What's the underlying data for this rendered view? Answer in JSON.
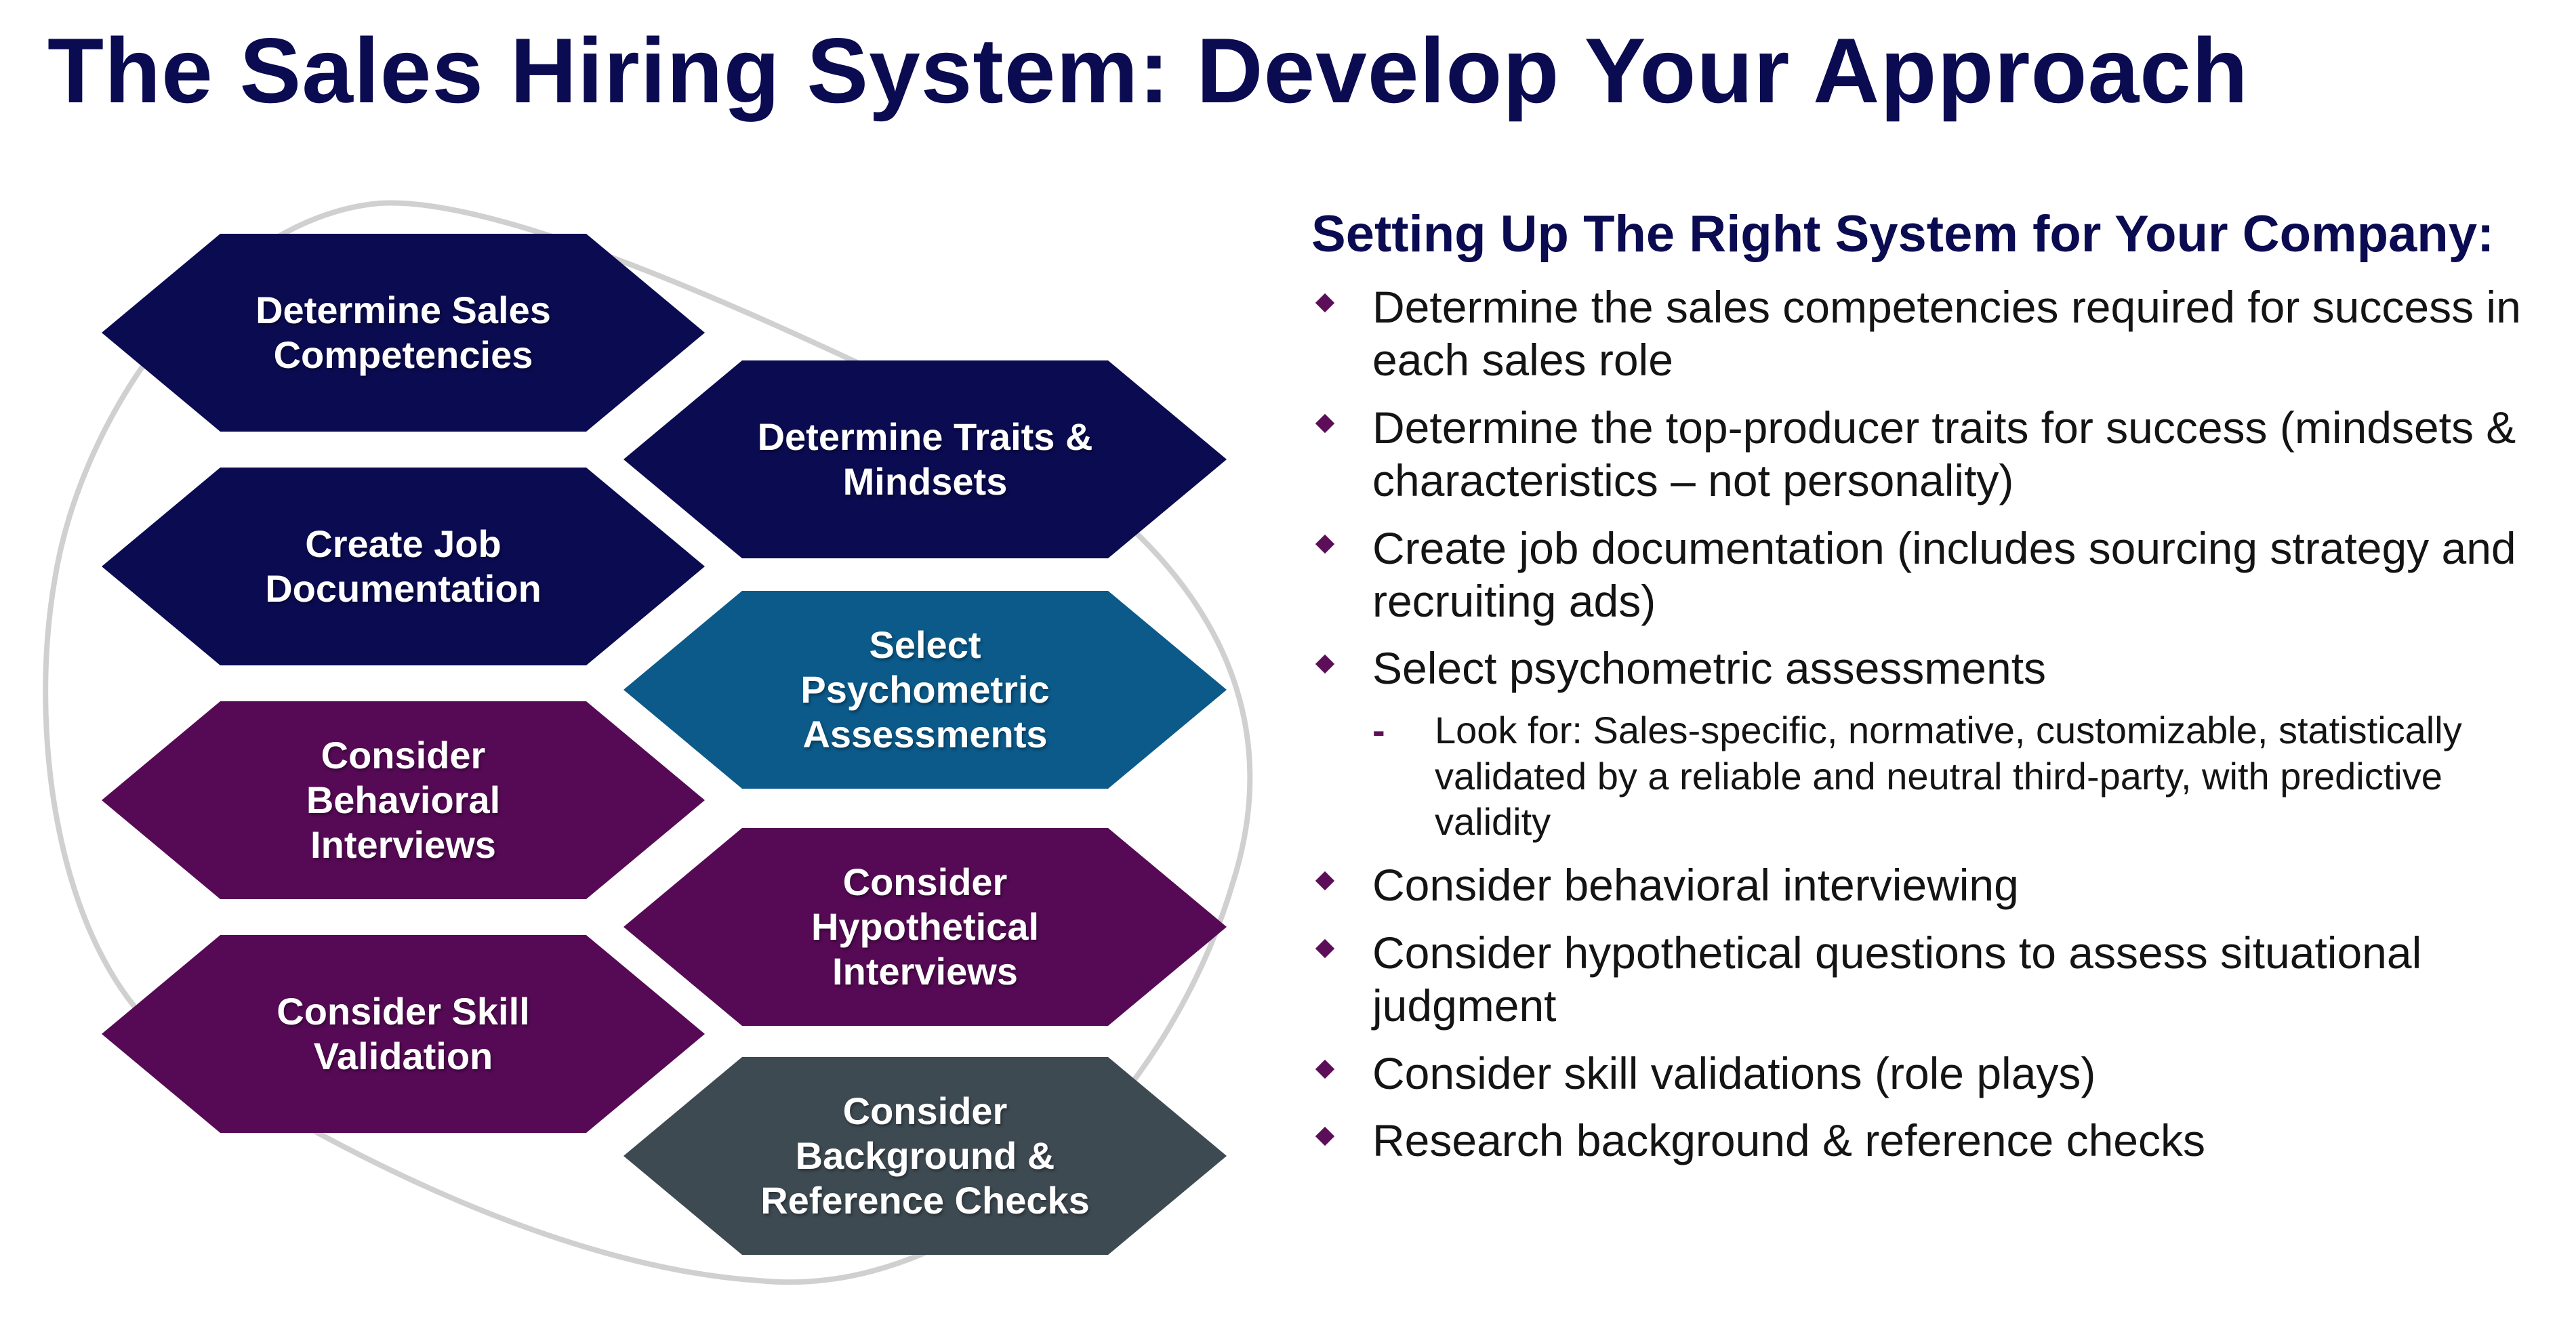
{
  "title": "The Sales Hiring System: Develop Your Approach",
  "colors": {
    "navy": "#0b0b52",
    "blue": "#0b5a8a",
    "purple": "#560a55",
    "slate": "#3e4a52",
    "outline": "#d0d0d0",
    "bullet": "#5c0f58"
  },
  "diagram": {
    "steps": [
      {
        "label": "Determine Sales Competencies",
        "lines": [
          "Determine Sales",
          "Competencies"
        ],
        "color": "navy"
      },
      {
        "label": "Determine Traits & Mindsets",
        "lines": [
          "Determine Traits &",
          "Mindsets"
        ],
        "color": "navy"
      },
      {
        "label": "Create Job Documentation",
        "lines": [
          "Create Job",
          "Documentation"
        ],
        "color": "navy"
      },
      {
        "label": "Select Psychometric Assessments",
        "lines": [
          "Select",
          "Psychometric",
          "Assessments"
        ],
        "color": "blue"
      },
      {
        "label": "Consider Behavioral Interviews",
        "lines": [
          "Consider",
          "Behavioral",
          "Interviews"
        ],
        "color": "purple"
      },
      {
        "label": "Consider Hypothetical Interviews",
        "lines": [
          "Consider",
          "Hypothetical",
          "Interviews"
        ],
        "color": "purple"
      },
      {
        "label": "Consider Skill Validation",
        "lines": [
          "Consider Skill",
          "Validation"
        ],
        "color": "purple"
      },
      {
        "label": "Consider Background & Reference Checks",
        "lines": [
          "Consider",
          "Background &",
          "Reference Checks"
        ],
        "color": "slate"
      }
    ]
  },
  "panel": {
    "heading": "Setting Up The Right System for Your Company:",
    "bullets": [
      {
        "text": "Determine the sales competencies required for success in each sales role"
      },
      {
        "text": "Determine the top-producer traits for success (mindsets & characteristics – not personality)"
      },
      {
        "text": "Create job documentation (includes sourcing strategy and recruiting ads)"
      },
      {
        "text": "Select psychometric assessments",
        "sub": [
          "Look for: Sales-specific, normative, customizable, statistically validated by a reliable and neutral third-party, with predictive validity"
        ]
      },
      {
        "text": "Consider behavioral interviewing"
      },
      {
        "text": "Consider hypothetical questions to assess situational judgment"
      },
      {
        "text": "Consider skill validations (role plays)"
      },
      {
        "text": "Research background & reference checks"
      }
    ],
    "sub_marker": "-"
  }
}
